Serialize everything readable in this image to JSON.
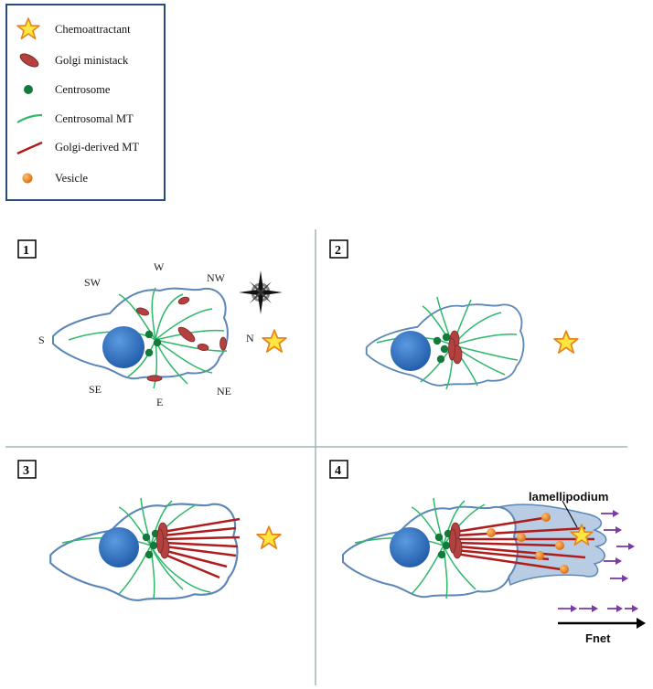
{
  "legend": {
    "items": [
      {
        "icon": "star-icon",
        "label": "Chemoattractant"
      },
      {
        "icon": "golgi-ministack-icon",
        "label": "Golgi ministack"
      },
      {
        "icon": "centrosome-icon",
        "label": "Centrosome"
      },
      {
        "icon": "centrosomal-mt-icon",
        "label": "Centrosomal MT"
      },
      {
        "icon": "golgi-derived-mt-icon",
        "label": "Golgi-derived MT"
      },
      {
        "icon": "vesicle-icon",
        "label": "Vesicle"
      }
    ]
  },
  "panels": [
    {
      "number": "1"
    },
    {
      "number": "2"
    },
    {
      "number": "3"
    },
    {
      "number": "4"
    }
  ],
  "compass": {
    "S": "S",
    "SW": "SW",
    "W": "W",
    "NW": "NW",
    "N": "N",
    "NE": "NE",
    "E": "E",
    "SE": "SE"
  },
  "annotations": {
    "lamellipodium": "lamellipodium",
    "fnet": "Fnet"
  },
  "colors": {
    "cell_outline": "#5b87b8",
    "cell_fill": "#ffffff",
    "nucleus": "#2f6fbf",
    "centrosomal_mt": "#2eb86a",
    "golgi_mt": "#b01c1c",
    "golgi": "#b3413f",
    "centrosome": "#127a3a",
    "vesicle": "#e8841c",
    "star_fill": "#ffe640",
    "star_stroke": "#e8841c",
    "arrow": "#7a3aa8",
    "divider": "#9fb8b8",
    "legend_border": "#2b4a7a"
  }
}
